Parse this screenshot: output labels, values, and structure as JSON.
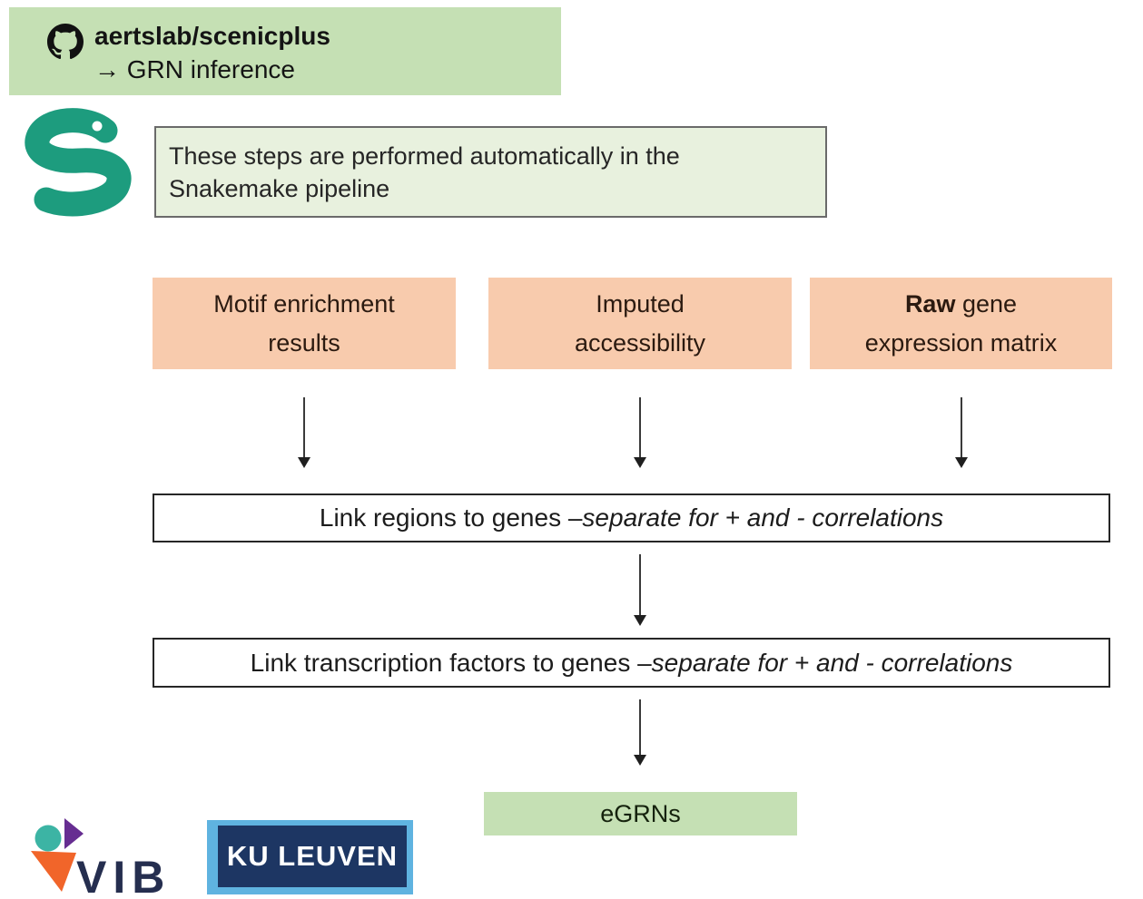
{
  "colors": {
    "banner_green": "#c5e0b4",
    "note_fill": "#e8f1de",
    "note_border": "#6a6a6a",
    "input_orange": "#f8cbad",
    "output_green": "#c5e0b4",
    "snakemake_teal": "#1d9c7e",
    "vib_teal": "#3cb4a4",
    "vib_purple": "#662d91",
    "vib_orange": "#f1652a",
    "vib_navy": "#252e4f",
    "kuleuven_navy": "#1d3663",
    "kuleuven_lightblue": "#5fb3e0",
    "arrow_color": "#1f1f1f"
  },
  "header_badge": {
    "icon": "github-icon",
    "repo_name": "aertslab/scenicplus",
    "subtitle": "→ GRN inference"
  },
  "snakemake_note": {
    "icon": "snakemake-snake-logo",
    "text": "These steps are performed automatically in the\nSnakemake pipeline"
  },
  "input_boxes": [
    {
      "label": "Motif enrichment\nresults"
    },
    {
      "label": "Imputed\naccessibility"
    },
    {
      "bold_part": "Raw",
      "line1_rest": " gene",
      "line2": "expression matrix"
    }
  ],
  "step_boxes": [
    {
      "plain": "Link regions to genes – ",
      "italic": "separate for + and - correlations"
    },
    {
      "plain": "Link transcription factors to genes – ",
      "italic": "separate for + and - correlations"
    }
  ],
  "output_box": {
    "label": "eGRNs"
  },
  "logos": {
    "vib_text": "VIB",
    "kuleuven_text": "KU LEUVEN"
  }
}
